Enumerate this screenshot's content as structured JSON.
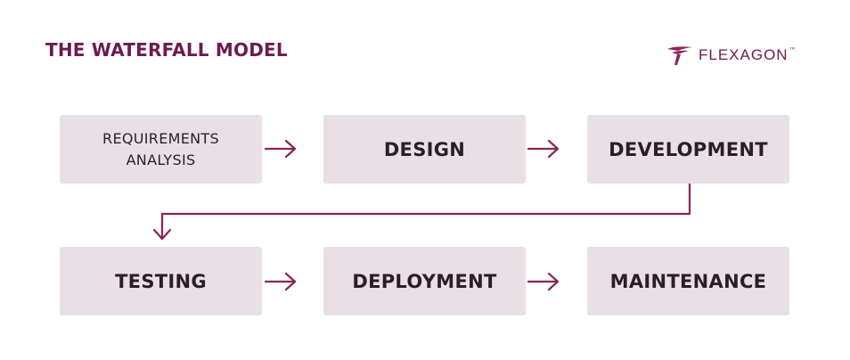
{
  "title": "THE WATERFALL MODEL",
  "logo": {
    "text": "FLEXAGON",
    "trademark": "™",
    "icon": "flexagon-logo-icon"
  },
  "colors": {
    "accent": "#8b2455",
    "box": "#e9e0e6",
    "title": "#6d1a52"
  },
  "steps": [
    {
      "label_line1": "REQUIREMENTS",
      "label_line2": "ANALYSIS"
    },
    {
      "label": "DESIGN"
    },
    {
      "label": "DEVELOPMENT"
    },
    {
      "label": "TESTING"
    },
    {
      "label": "DEPLOYMENT"
    },
    {
      "label": "MAINTENANCE"
    }
  ]
}
